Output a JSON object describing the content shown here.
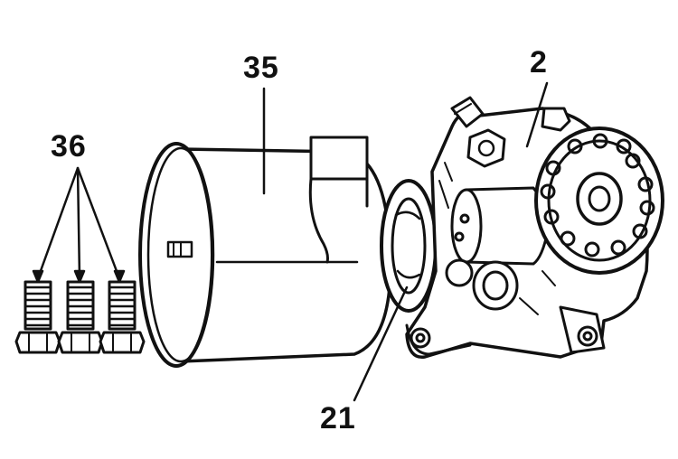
{
  "callouts": {
    "reservoir": "35",
    "pump": "2",
    "bolts": "36",
    "seal": "21"
  },
  "colors": {
    "ink": "#111111",
    "paper": "#ffffff"
  }
}
